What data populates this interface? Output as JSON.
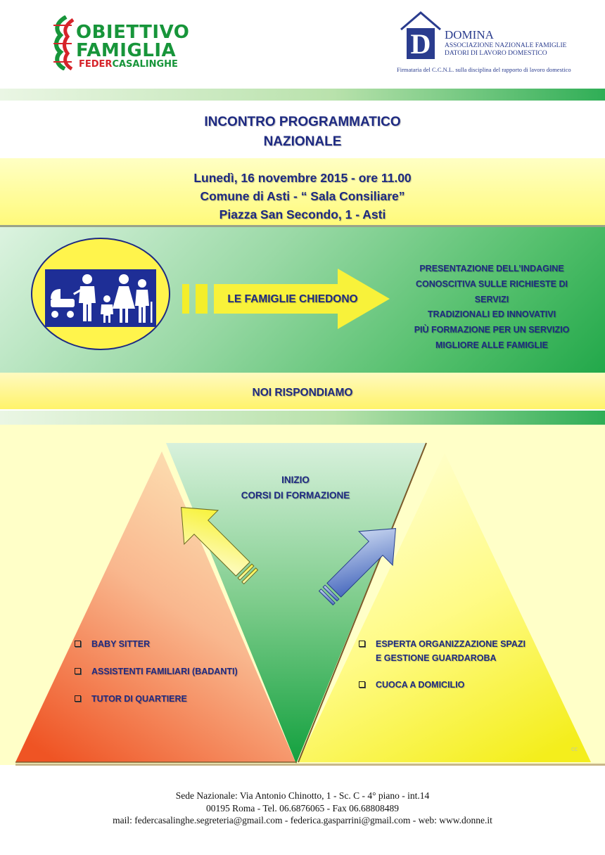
{
  "header": {
    "left_logo": {
      "line1": "OBIETTIVO",
      "line2": "FAMIGLIA",
      "line3_a": "FEDER",
      "line3_b": "CASALINGHE"
    },
    "right_logo": {
      "monogram": "D",
      "name": "DOMINA",
      "line2": "ASSOCIAZIONE NAZIONALE FAMIGLIE",
      "line3": "DATORI DI LAVORO DOMESTICO",
      "tagline": "Firmataria del C.C.N.L. sulla disciplina del rapporto di lavoro domestico"
    }
  },
  "title": {
    "line1": "INCONTRO PROGRAMMATICO",
    "line2": "NAZIONALE"
  },
  "event": {
    "date": "Lunedì, 16 novembre 2015 - ore 11.00",
    "venue": "Comune di Asti - “ Sala Consiliare”",
    "address": "Piazza San Secondo, 1 - Asti"
  },
  "middle": {
    "arrow_label": "LE FAMIGLIE CHIEDONO",
    "presentation": [
      "PRESENTAZIONE DELL’INDAGINE",
      "CONOSCITIVA SULLE RICHIESTE DI",
      "SERVIZI",
      "TRADIZIONALI ED INNOVATIVI",
      "PIÙ FORMAZIONE PER UN SERVIZIO",
      "MIGLIORE ALLE FAMIGLIE"
    ]
  },
  "answer": {
    "label": "NOI RISPONDIAMO"
  },
  "courses": {
    "title_line1": "INIZIO",
    "title_line2": "CORSI DI FORMAZIONE",
    "left_items": [
      "BABY SITTER",
      "ASSISTENTI FAMILIARI (BADANTI)",
      "TUTOR DI QUARTIERE"
    ],
    "right_item1_line1": "ESPERTA ORGANIZZAZIONE SPAZI",
    "right_item1_line2": "E GESTIONE GUARDAROBA",
    "right_item2": "CUOCA A DOMICILIO"
  },
  "watermark": "cc",
  "footer": {
    "line1": "Sede Nazionale: Via Antonio Chinotto, 1 -  Sc. C  - 4° piano -  int.14",
    "line2": "00195  Roma - Tel. 06.6876065 - Fax 06.68808489",
    "line3": "mail: federcasalinghe.segreteria@gmail.com - federica.gasparrini@gmail.com - web: www.donne.it"
  },
  "colors": {
    "navy_text": "#1e2a82",
    "logo_green": "#17953a",
    "logo_red": "#d6232a",
    "yellow": "#fff44c",
    "green": "#22a84a"
  }
}
